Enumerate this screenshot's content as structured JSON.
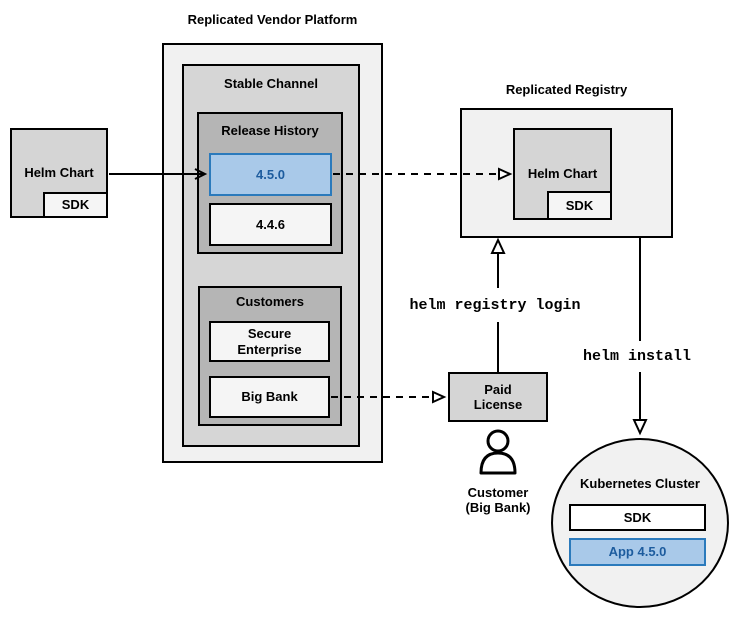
{
  "colors": {
    "accent-fill": "#a9c9e9",
    "accent-stroke": "#2b7abc",
    "accent-text": "#1d5c9e",
    "panel-light": "#f1f1f1",
    "panel-mid": "#d6d6d6",
    "panel-dark": "#b5b5b5",
    "panel-gray": "#d5d5d5",
    "panel-white": "#f5f5f5",
    "line": "#000000"
  },
  "platform": {
    "title": "Replicated Vendor Platform",
    "stable_channel": "Stable Channel",
    "release_history": "Release History",
    "release_new": "4.5.0",
    "release_old": "4.4.6",
    "customers": "Customers",
    "customer_1": "Secure\nEnterprise",
    "customer_2": "Big Bank"
  },
  "vendor_chart": {
    "label": "Helm Chart",
    "sdk": "SDK"
  },
  "registry": {
    "title": "Replicated Registry",
    "chart": "Helm Chart",
    "sdk": "SDK"
  },
  "license": {
    "label": "Paid\nLicense"
  },
  "customer": {
    "caption": "Customer\n(Big Bank)"
  },
  "commands": {
    "login": "helm registry login",
    "install": "helm install"
  },
  "cluster": {
    "title": "Kubernetes Cluster",
    "sdk": "SDK",
    "app": "App 4.5.0"
  }
}
